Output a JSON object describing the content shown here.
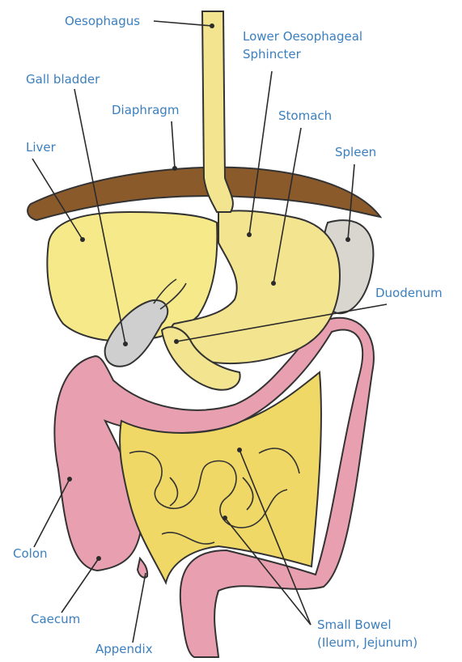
{
  "colors": {
    "label": "#3a7fbf",
    "leader": "#2b2b2b",
    "diaphragm": "#8b5a2b",
    "liver": "#f5e98a",
    "stomach": "#f3e48f",
    "spleen": "#d9d6cf",
    "gall_bladder": "#cfcfcf",
    "colon": "#e8a0b0",
    "small_bowel": "#f0d866",
    "outline": "#333333"
  },
  "labels": {
    "oesophagus": "Oesophagus",
    "lower_sphincter_line1": "Lower Oesophageal",
    "lower_sphincter_line2": "Sphincter",
    "gall_bladder": "Gall bladder",
    "diaphragm": "Diaphragm",
    "stomach": "Stomach",
    "liver": "Liver",
    "spleen": "Spleen",
    "duodenum": "Duodenum",
    "colon": "Colon",
    "caecum": "Caecum",
    "appendix": "Appendix",
    "small_bowel_line1": "Small Bowel",
    "small_bowel_line2": "(Ileum, Jejunum)"
  }
}
